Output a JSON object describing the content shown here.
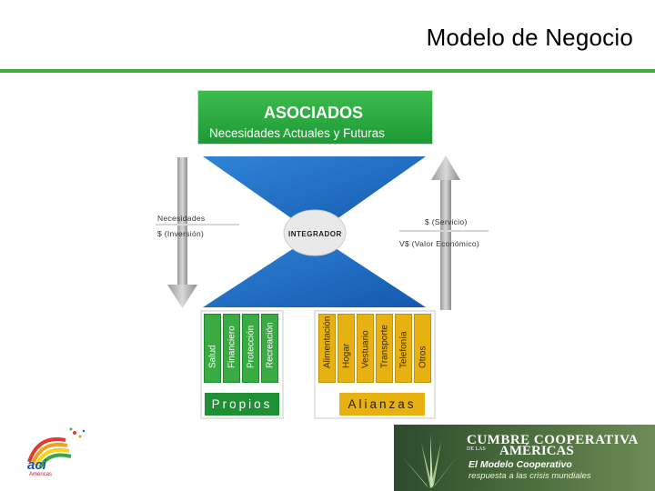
{
  "slide": {
    "title": "Modelo de Negocio"
  },
  "diagram": {
    "top_box": {
      "heading": "ASOCIADOS",
      "subheading": "Necesidades Actuales y Futuras"
    },
    "left_labels": {
      "top": "Necesidades",
      "bottom": "$ (Inversión)"
    },
    "right_labels": {
      "top": "$ (Servicio)",
      "bottom": "V$ (Valor Económico)"
    },
    "center_label": "INTEGRADOR",
    "propios": {
      "label": "Propios",
      "items": [
        "Salud",
        "Financiero",
        "Protección",
        "Recreación"
      ]
    },
    "alianzas": {
      "label": "Alianzas",
      "items": [
        "Alimentación",
        "Hogar",
        "Vestuario",
        "Transporte",
        "Telefonía",
        "Otros"
      ]
    },
    "colors": {
      "green": "#1f8f35",
      "blue": "#1e6fc6",
      "yellow": "#e7b112"
    }
  },
  "footer": {
    "logo_left": {
      "text": "aci",
      "subtext": "Américas"
    },
    "banner": {
      "line1": "CUMBRE COOPERATIVA",
      "line2_small": "DE LAS",
      "line2": "AMÉRICAS",
      "line3": "El Modelo Cooperativo",
      "line4": "respuesta a las crisis mundiales"
    }
  }
}
